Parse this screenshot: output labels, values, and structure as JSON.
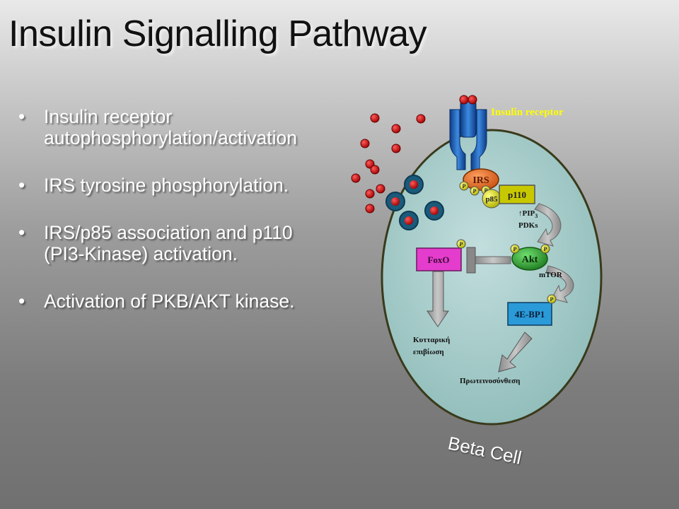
{
  "slide": {
    "title": "Insulin Signalling Pathway",
    "bullets": [
      "Insulin receptor\nautophosphorylation/activation",
      "IRS tyrosine phosphorylation.",
      "IRS/p85 association  and  p110\n(PI3-Kinase) activation.",
      "Activation of PKB/AKT kinase."
    ],
    "bullet_glyph": "•"
  },
  "diagram": {
    "receptor_label": "Insulin receptor",
    "irs": "IRS",
    "p85": "p85",
    "p110": "p110",
    "pip3": "↑PIP",
    "pip3_sub": "3",
    "pdks": "PDKs",
    "akt": "Akt",
    "mtor": "mTOR",
    "foxo": "FoxO",
    "bp1": "4E-BP1",
    "phospho": "P",
    "survival_line1": "Κυτταρική",
    "survival_line2": "επιβίωση",
    "protein_synthesis": "Πρωτεινοσύνθεση",
    "cell_label": "Beta Cell"
  },
  "colors": {
    "cell_fill": "#9cc6c4",
    "cell_stroke": "#3a3a1c",
    "receptor": "#1e5fb4",
    "insulin": "#cc0000",
    "irs": "#e8702a",
    "p_yellow": "#d8d800",
    "akt": "#2ea02e",
    "foxo": "#e040c0",
    "bp1": "#2a9ad8",
    "receptor_label": "#ffff00"
  }
}
